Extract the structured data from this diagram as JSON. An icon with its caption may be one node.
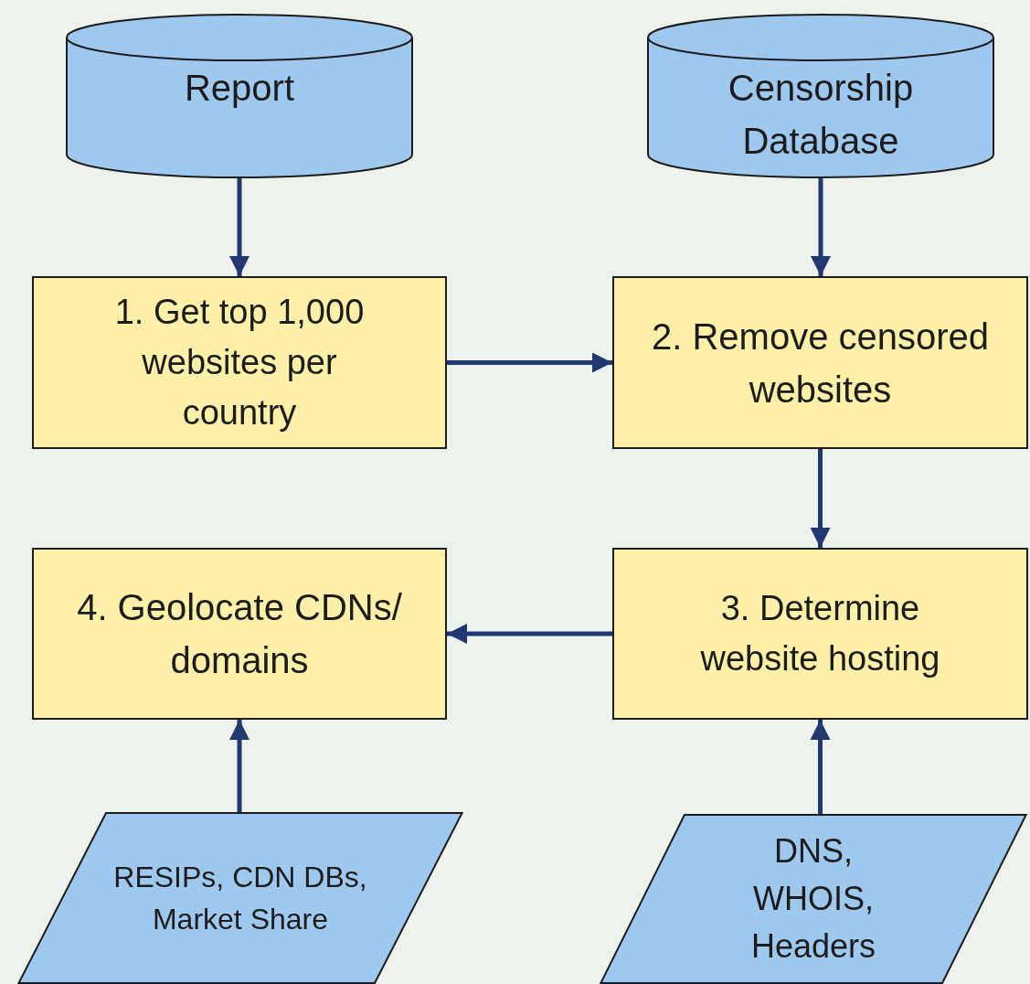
{
  "diagram": {
    "nodes": [
      {
        "text": [
          "Report"
        ]
      },
      {
        "text": [
          "Censorship Database"
        ]
      },
      {
        "text": [
          "1. Get top 1,000 websites per country"
        ]
      },
      {
        "text": [
          "2. Remove censored websites"
        ]
      },
      {
        "text": [
          "4. Geolocate CDNs/ domains"
        ]
      },
      {
        "text": [
          "3. Determine website hosting"
        ]
      },
      {
        "text": [
          "RESIPs, CDN DBs, Market Share"
        ]
      },
      {
        "text": [
          "DNS, WHOIS, Headers"
        ]
      }
    ],
    "edges": [
      {
        "from": 0,
        "to": 2,
        "arrow": "to"
      },
      {
        "from": 1,
        "to": 3,
        "arrow": "to"
      },
      {
        "from": 2,
        "to": 3,
        "arrow": "to"
      },
      {
        "from": 3,
        "to": 5,
        "arrow": "to"
      },
      {
        "from": 5,
        "to": 4,
        "arrow": "to"
      },
      {
        "from": 6,
        "to": 4,
        "arrow": "to"
      },
      {
        "from": 7,
        "to": 5,
        "arrow": "to"
      }
    ]
  }
}
